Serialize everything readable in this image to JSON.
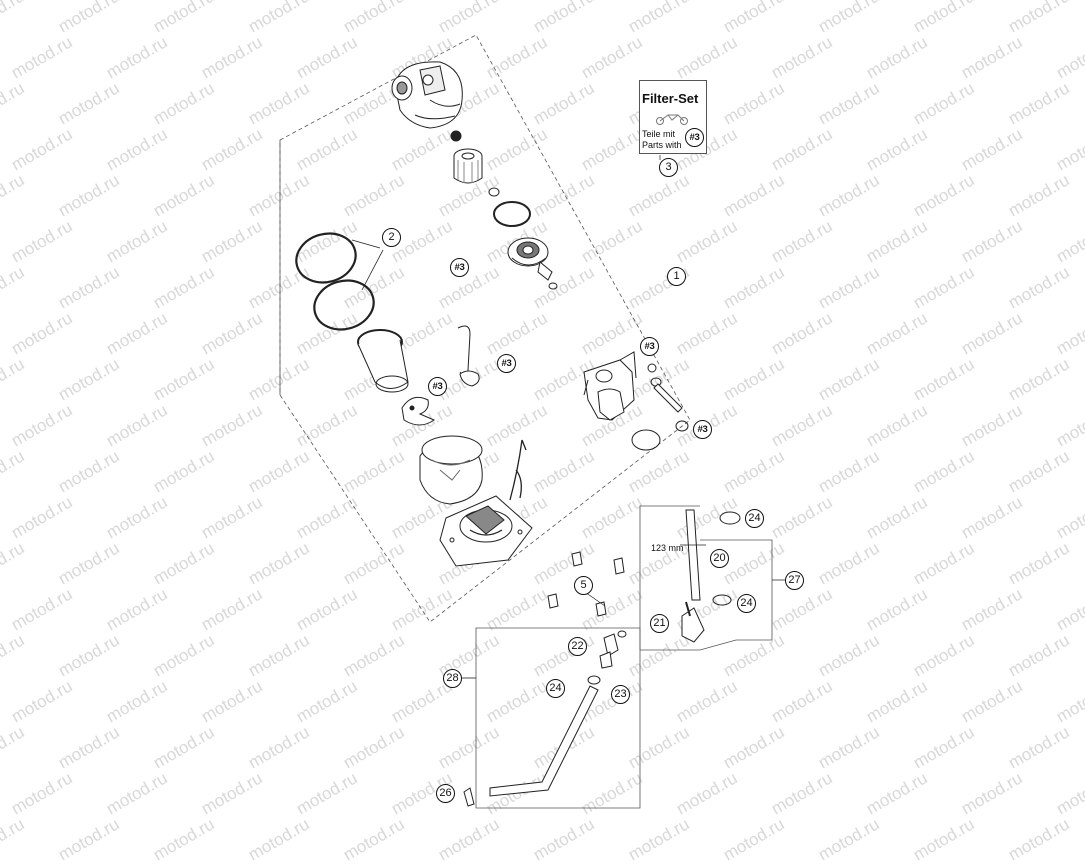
{
  "watermark": {
    "text": "motod.ru"
  },
  "filter_set": {
    "title": "Filter-Set",
    "line1": "Teile mit",
    "line2": "Parts with",
    "ref": "#3",
    "number": "3"
  },
  "dimension": {
    "hose_length": "123 mm"
  },
  "callouts": {
    "c1": "1",
    "c2": "2",
    "c3": "3",
    "c5": "5",
    "c20": "20",
    "c21": "21",
    "c22": "22",
    "c23": "23",
    "c24a": "24",
    "c24b": "24",
    "c24c": "24",
    "c26": "26",
    "c27": "27",
    "c28": "28",
    "h1": "#3",
    "h2": "#3",
    "h3": "#3",
    "h4": "#3",
    "h5": "#3"
  },
  "colors": {
    "line": "#222222",
    "watermark": "#d8d8d8"
  }
}
